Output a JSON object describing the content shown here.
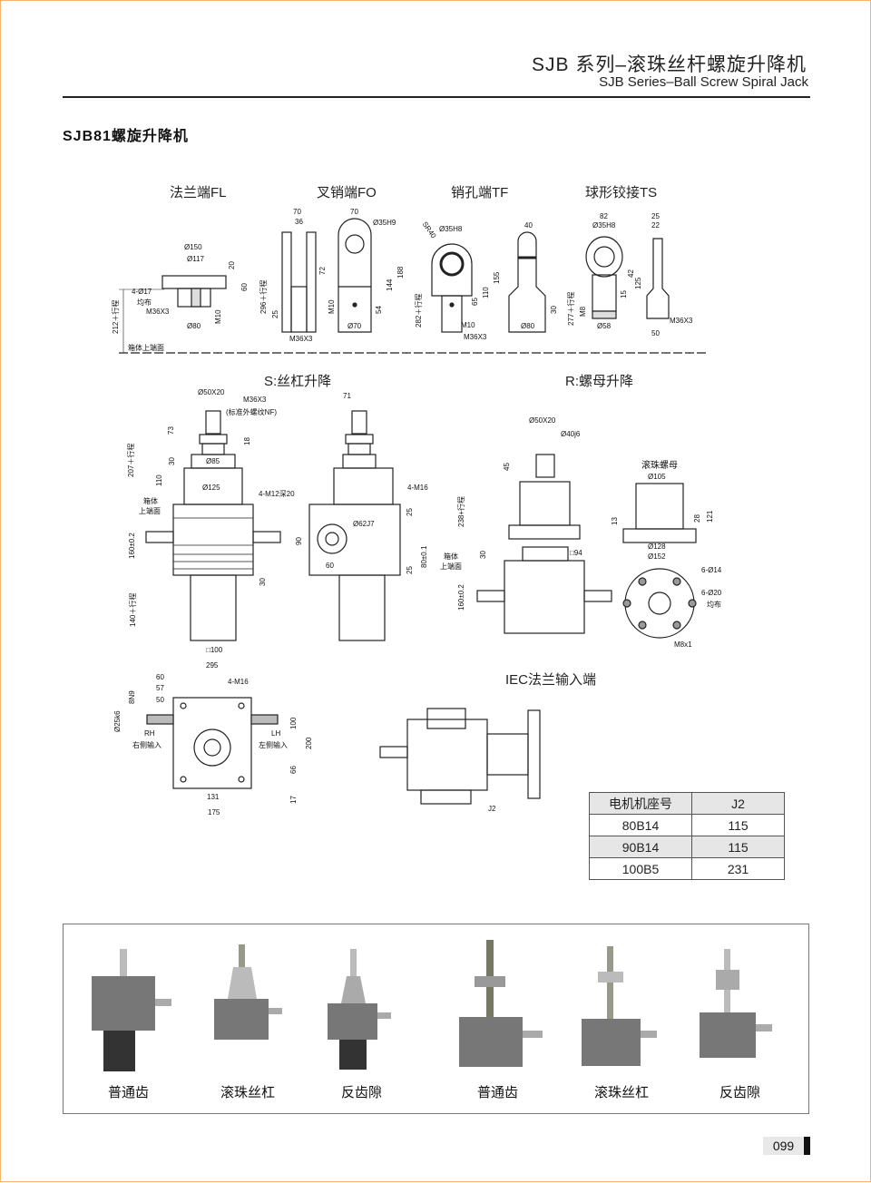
{
  "header": {
    "title": "SJB 系列–滚珠丝杆螺旋升降机",
    "subtitle": "SJB Series–Ball Screw Spiral Jack"
  },
  "section_title": "SJB81螺旋升降机",
  "end_types": [
    {
      "title": "法兰端FL",
      "dims": [
        "Ø150",
        "Ø117",
        "20",
        "60",
        "4-Ø17",
        "均布",
        "M36X3",
        "M10",
        "Ø80",
        "212＋行程",
        "箱体上端面"
      ]
    },
    {
      "title": "叉销端FO",
      "dims": [
        "70",
        "36",
        "70",
        "Ø35H9",
        "72",
        "144",
        "188",
        "296＋行程",
        "25",
        "M10",
        "54",
        "Ø70",
        "M36X3"
      ]
    },
    {
      "title": "销孔端TF",
      "dims": [
        "SR40",
        "Ø35H8",
        "155",
        "110",
        "65",
        "40",
        "282＋行程",
        "M10",
        "M36X3",
        "30",
        "Ø80"
      ]
    },
    {
      "title": "球形铰接TS",
      "dims": [
        "82",
        "Ø35H8",
        "25",
        "22",
        "42",
        "125",
        "15",
        "277＋行程",
        "M8",
        "Ø58",
        "M36X3",
        "50"
      ]
    }
  ],
  "s_lift": {
    "title": "S:丝杠升降",
    "dims": [
      "Ø50X20",
      "M36X3",
      "(标准外螺纹NF)",
      "73",
      "18",
      "207＋行程",
      "30",
      "Ø85",
      "110",
      "Ø125",
      "箱体",
      "上端面",
      "160±0.2",
      "30",
      "140＋行程",
      "□100",
      "71",
      "4-M12深20",
      "4-M16",
      "Ø62J7",
      "25",
      "90",
      "60",
      "80±0.1",
      "25"
    ]
  },
  "r_lift": {
    "title": "R:螺母升降",
    "dims": [
      "Ø50X20",
      "Ø40j6",
      "45",
      "238+行程",
      "30",
      "□94",
      "箱体",
      "上端面",
      "160±0.2",
      "滚珠螺母",
      "Ø105",
      "13",
      "28",
      "121",
      "Ø128",
      "Ø152",
      "6-Ø14",
      "6-Ø20",
      "均布",
      "M8x1"
    ]
  },
  "input_view": {
    "dims": [
      "295",
      "60",
      "57",
      "50",
      "4-M16",
      "8N9",
      "Ø25k6",
      "RH",
      "右侧输入",
      "LH",
      "左侧输入",
      "100",
      "200",
      "66",
      "17",
      "131",
      "175"
    ]
  },
  "iec": {
    "title": "IEC法兰输入端",
    "j2_label": "J2",
    "table": {
      "headers": [
        "电机机座号",
        "J2"
      ],
      "rows": [
        [
          "80B14",
          "115"
        ],
        [
          "90B14",
          "115"
        ],
        [
          "100B5",
          "231"
        ]
      ]
    }
  },
  "photos": {
    "captions": [
      "普通齿",
      "滚珠丝杠",
      "反齿隙",
      "普通齿",
      "滚珠丝杠",
      "反齿隙"
    ]
  },
  "page_number": "099"
}
